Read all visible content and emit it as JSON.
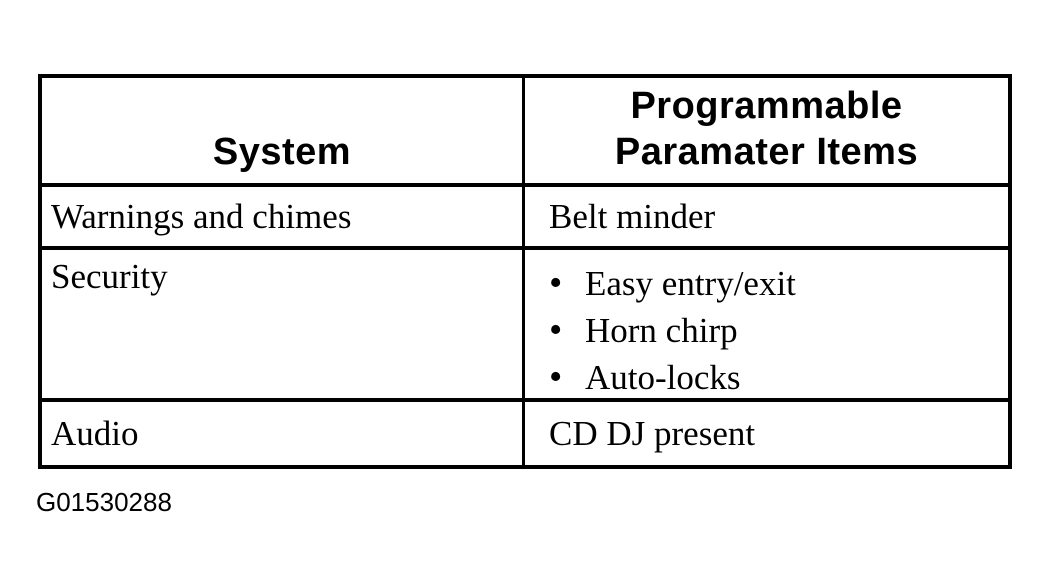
{
  "figure_id": "G01530288",
  "bullet_char": "•",
  "colors": {
    "ink": "#000000",
    "paper": "#ffffff"
  },
  "table": {
    "header": {
      "col1": "System",
      "col2_line1": "Programmable",
      "col2_line2": "Paramater Items"
    },
    "rows": [
      {
        "system": "Warnings and chimes",
        "items": [
          "Belt minder"
        ]
      },
      {
        "system": "Security",
        "items": [
          "Easy entry/exit",
          "Horn chirp",
          "Auto-locks"
        ]
      },
      {
        "system": "Audio",
        "items": [
          "CD DJ present"
        ]
      }
    ]
  }
}
